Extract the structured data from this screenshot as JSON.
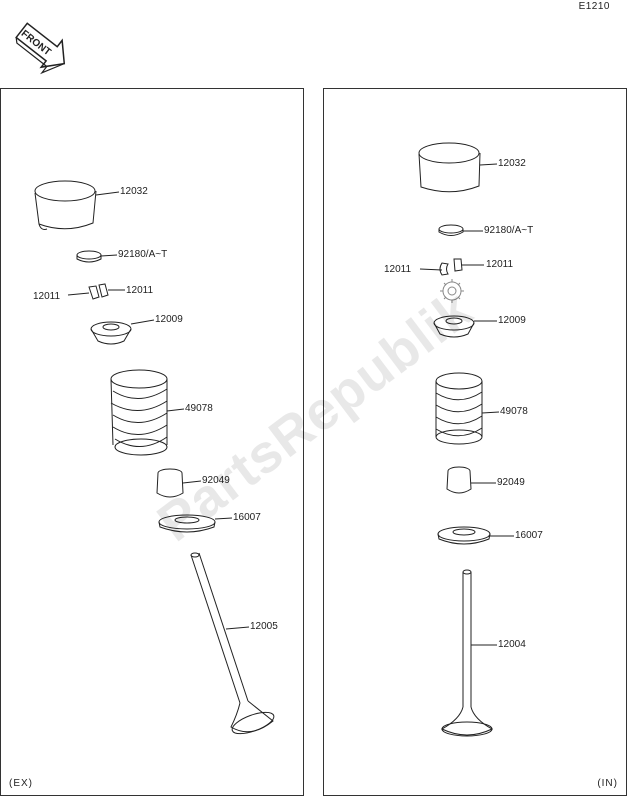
{
  "header": {
    "diagram_code": "E1210",
    "front_label": "FRONT"
  },
  "watermark": {
    "text": "PartsRepublik"
  },
  "panels": {
    "ex": {
      "tag": "(EX)",
      "labels": {
        "tappet": "12032",
        "shim": "92180/A~T",
        "cotter_left": "12011",
        "cotter_right": "12011",
        "retainer": "12009",
        "spring": "49078",
        "seal": "92049",
        "seat": "16007",
        "valve": "12005"
      }
    },
    "in": {
      "tag": "(IN)",
      "labels": {
        "tappet": "12032",
        "shim": "92180/A~T",
        "cotter_left": "12011",
        "cotter_right": "12011",
        "retainer": "12009",
        "spring": "49078",
        "seal": "92049",
        "seat": "16007",
        "valve": "12004"
      }
    }
  },
  "colors": {
    "line": "#222222",
    "panel_border": "#333333"
  }
}
